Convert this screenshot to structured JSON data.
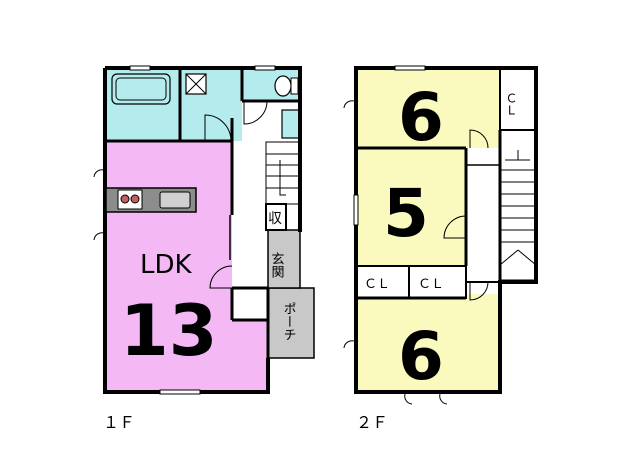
{
  "floor1": {
    "label": "１Ｆ",
    "ldk": {
      "name": "LDK",
      "size": "13"
    },
    "storage": "収",
    "entrance": "玄関",
    "porch": "ポーチ"
  },
  "floor2": {
    "label": "２Ｆ",
    "rooms": [
      {
        "size": "6"
      },
      {
        "size": "5"
      },
      {
        "size": "6"
      }
    ],
    "closets": [
      "ＣＬ",
      "ＣＬ",
      "ＣＬ"
    ]
  },
  "colors": {
    "ldk": "#f4b8f4",
    "bedroom": "#fafabe",
    "wet": "#b4ecee",
    "porch": "#c8c8c8",
    "wall": "#000000",
    "kitchen": "#8c8c8c"
  }
}
